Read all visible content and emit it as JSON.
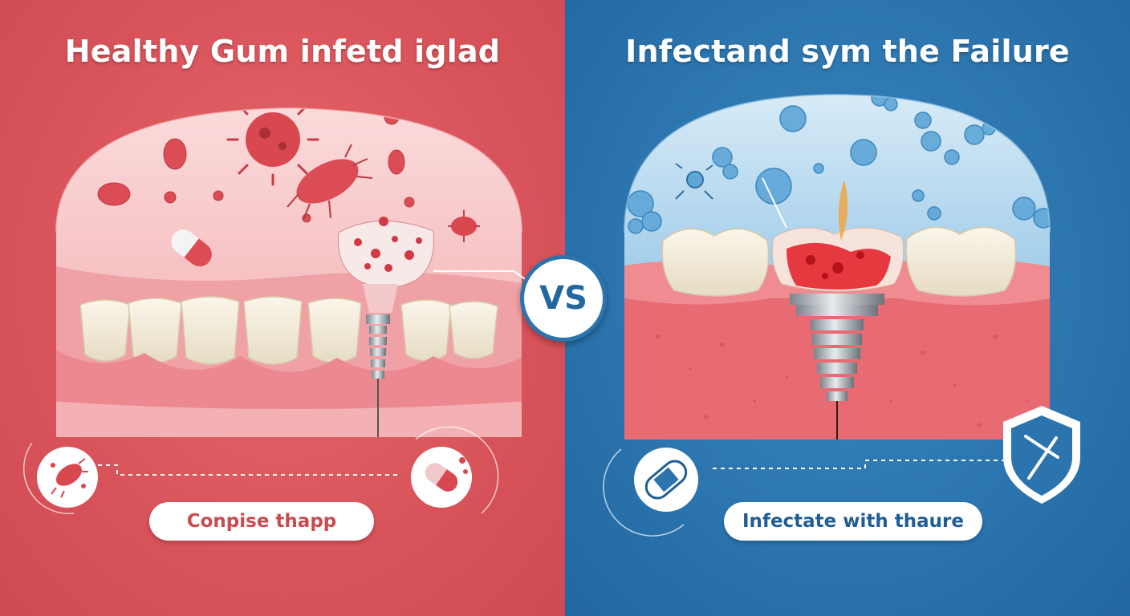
{
  "left": {
    "title": "Healthy Gum infetd iglad",
    "pill_label": "Conpise thapp",
    "bg_color": "#d9535a",
    "accent_color": "#c94a4f",
    "icons": [
      "bacteria-icon",
      "capsule-icon"
    ]
  },
  "right": {
    "title": "Infectand sym the Failure",
    "pill_label": "Infectate with thaure",
    "bg_color": "#2b74ae",
    "accent_color": "#1f5d94",
    "icons": [
      "bandage-icon",
      "shield-icon"
    ]
  },
  "vs_label": "VS"
}
